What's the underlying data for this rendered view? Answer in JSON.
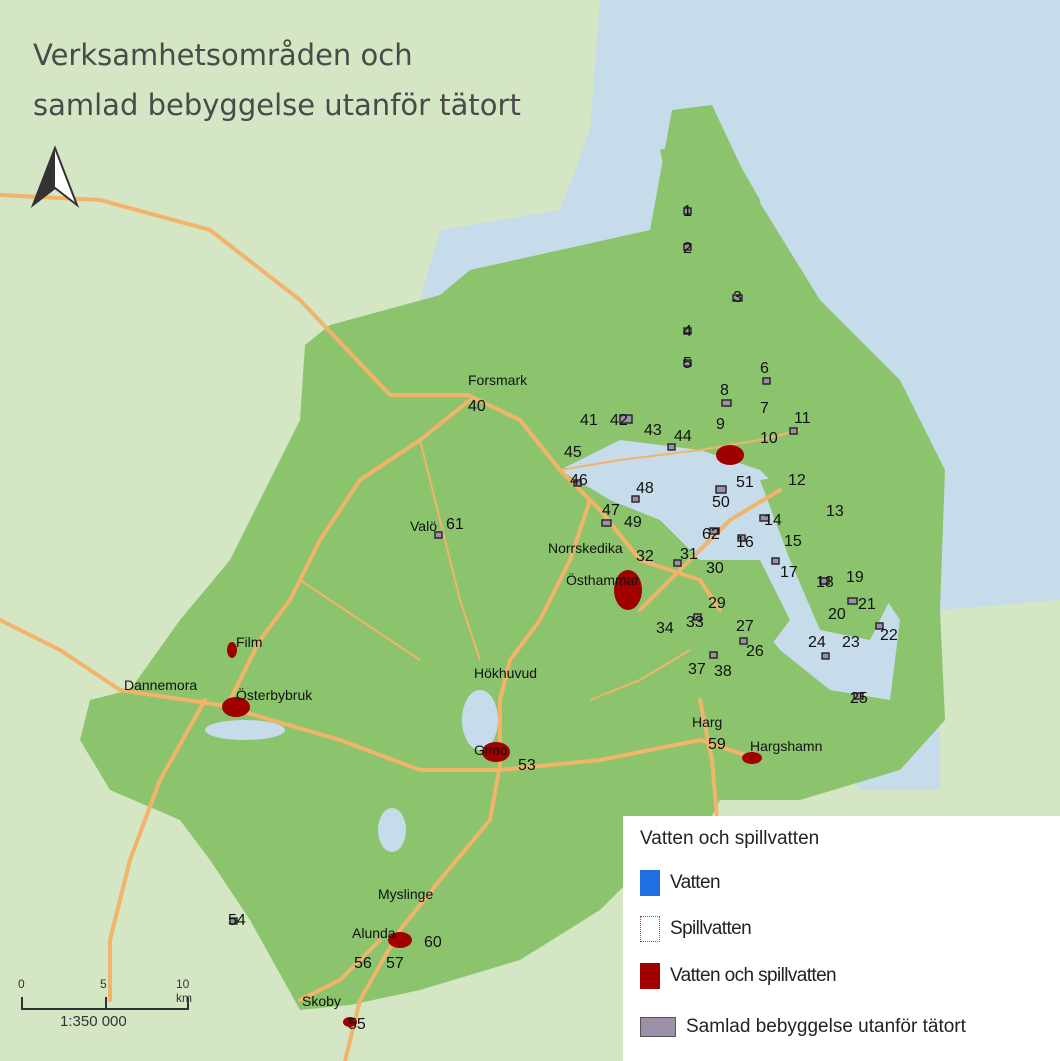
{
  "title_lines": [
    "Verksamhetsområden och",
    "samlad bebyggelse utanför tätort"
  ],
  "legend": {
    "title": "Vatten och spillvatten",
    "items": [
      {
        "label": "Vatten",
        "color": "#1f6fe0"
      },
      {
        "label": "Spillvatten",
        "color": "#c23b3b"
      },
      {
        "label": "Vatten och spillvatten",
        "color": "#a00000"
      },
      {
        "label": "Samlad bebyggelse utanför tätort",
        "color": "#9c8fa8"
      }
    ]
  },
  "scale": {
    "ticks": [
      "0",
      "5",
      "10 km"
    ],
    "ratio": "1:350 000"
  },
  "north_arrow": {
    "label": "N",
    "icon": "north-arrow-icon"
  },
  "colors": {
    "land": "#c2dca8",
    "municipality": "#8cc46e",
    "water": "#c6dceb",
    "roads": "#f2b36a",
    "urban": "#a00000",
    "settlement": "#9c8fa8"
  },
  "places": [
    {
      "name": "Forsmark",
      "code": "40"
    },
    {
      "name": "Valö",
      "code": "61"
    },
    {
      "name": "Norrskedika",
      "code": ""
    },
    {
      "name": "Östhammar",
      "code": ""
    },
    {
      "name": "Film",
      "code": ""
    },
    {
      "name": "Dannemora",
      "code": ""
    },
    {
      "name": "Österbybruk",
      "code": ""
    },
    {
      "name": "Hökhuvud",
      "code": ""
    },
    {
      "name": "Gimo",
      "code": "53"
    },
    {
      "name": "Harg",
      "code": "59"
    },
    {
      "name": "Hargshamn",
      "code": ""
    },
    {
      "name": "Myslinge",
      "code": ""
    },
    {
      "name": "Alunda",
      "code": "60"
    },
    {
      "name": "Skoby",
      "code": "55"
    }
  ],
  "area_numbers": [
    "1",
    "2",
    "3",
    "4",
    "5",
    "6",
    "7",
    "8",
    "9",
    "10",
    "11",
    "12",
    "13",
    "14",
    "15",
    "16",
    "17",
    "18",
    "19",
    "20",
    "21",
    "22",
    "23",
    "24",
    "25",
    "26",
    "27",
    "29",
    "30",
    "31",
    "32",
    "33",
    "34",
    "37",
    "38",
    "40",
    "41",
    "42",
    "43",
    "44",
    "45",
    "46",
    "47",
    "48",
    "49",
    "50",
    "51",
    "53",
    "54",
    "55",
    "56",
    "57",
    "59",
    "60",
    "61",
    "62"
  ]
}
